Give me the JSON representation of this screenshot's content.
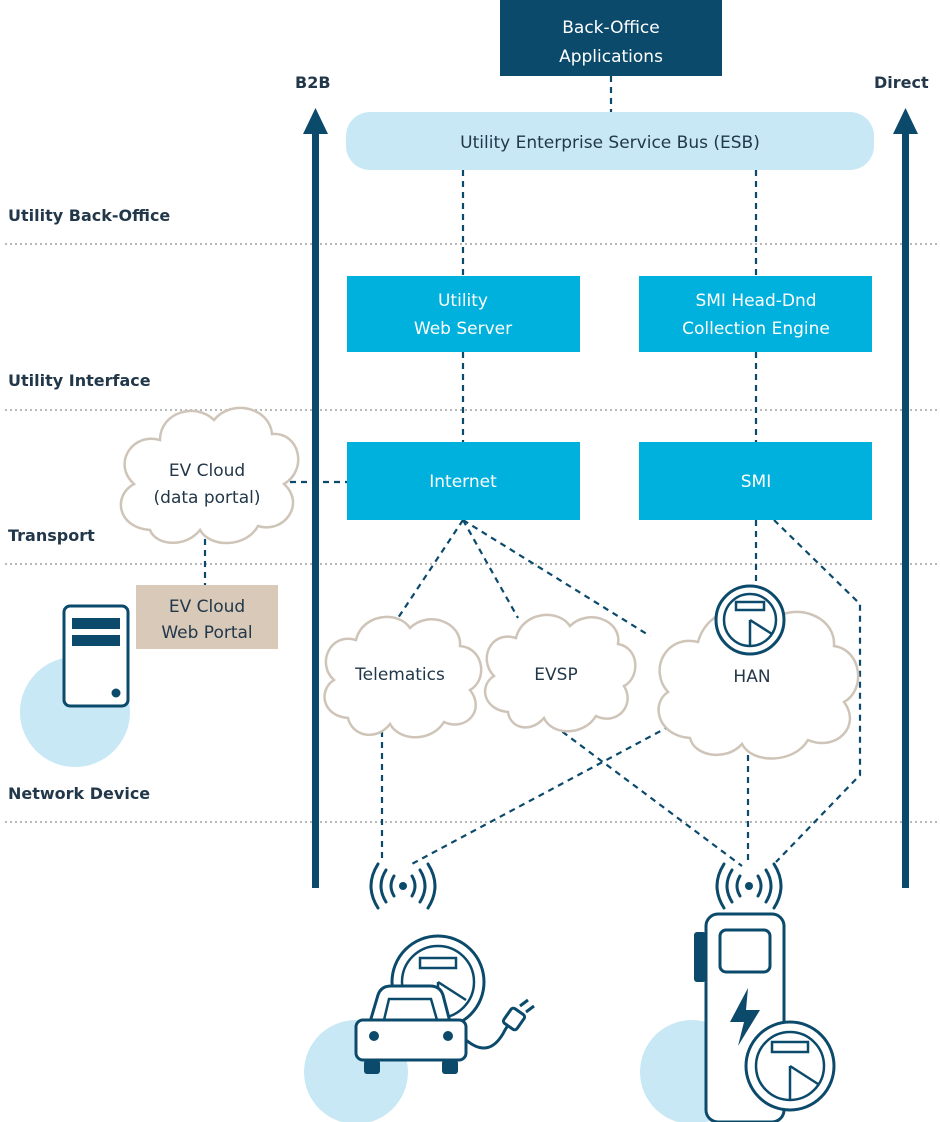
{
  "lanes": {
    "back_office": "Utility Back-Office",
    "interface": "Utility Interface",
    "transport": "Transport",
    "network_device": "Network Device"
  },
  "arrows": {
    "left": "B2B",
    "right": "Direct"
  },
  "nodes": {
    "back_office_apps": {
      "line1": "Back-Office",
      "line2": "Applications"
    },
    "esb": "Utility Enterprise Service Bus (ESB)",
    "web_server": {
      "line1": "Utility",
      "line2": "Web Server"
    },
    "smi_headend": {
      "line1": "SMI Head-Dnd",
      "line2": "Collection Engine"
    },
    "internet": "Internet",
    "smi": "SMI",
    "ev_cloud": {
      "line1": "EV Cloud",
      "line2": "(data portal)"
    },
    "ev_portal": {
      "line1": "EV Cloud",
      "line2": "Web Portal"
    },
    "telematics": "Telematics",
    "evsp": "EVSP",
    "han": "HAN"
  },
  "colors": {
    "navy": "#0b4a6b",
    "cyan": "#00b1dd",
    "light_blue": "#c8e8f6",
    "tan": "#d8c9b8",
    "cloud_stroke": "#cfc4b8",
    "dash": "#0b4a6b",
    "lane_line": "#b8b8b8"
  },
  "icons": [
    "server-icon",
    "wireless-signal-icon",
    "meter-icon",
    "car-icon",
    "plug-icon",
    "charger-icon",
    "bolt-icon"
  ]
}
